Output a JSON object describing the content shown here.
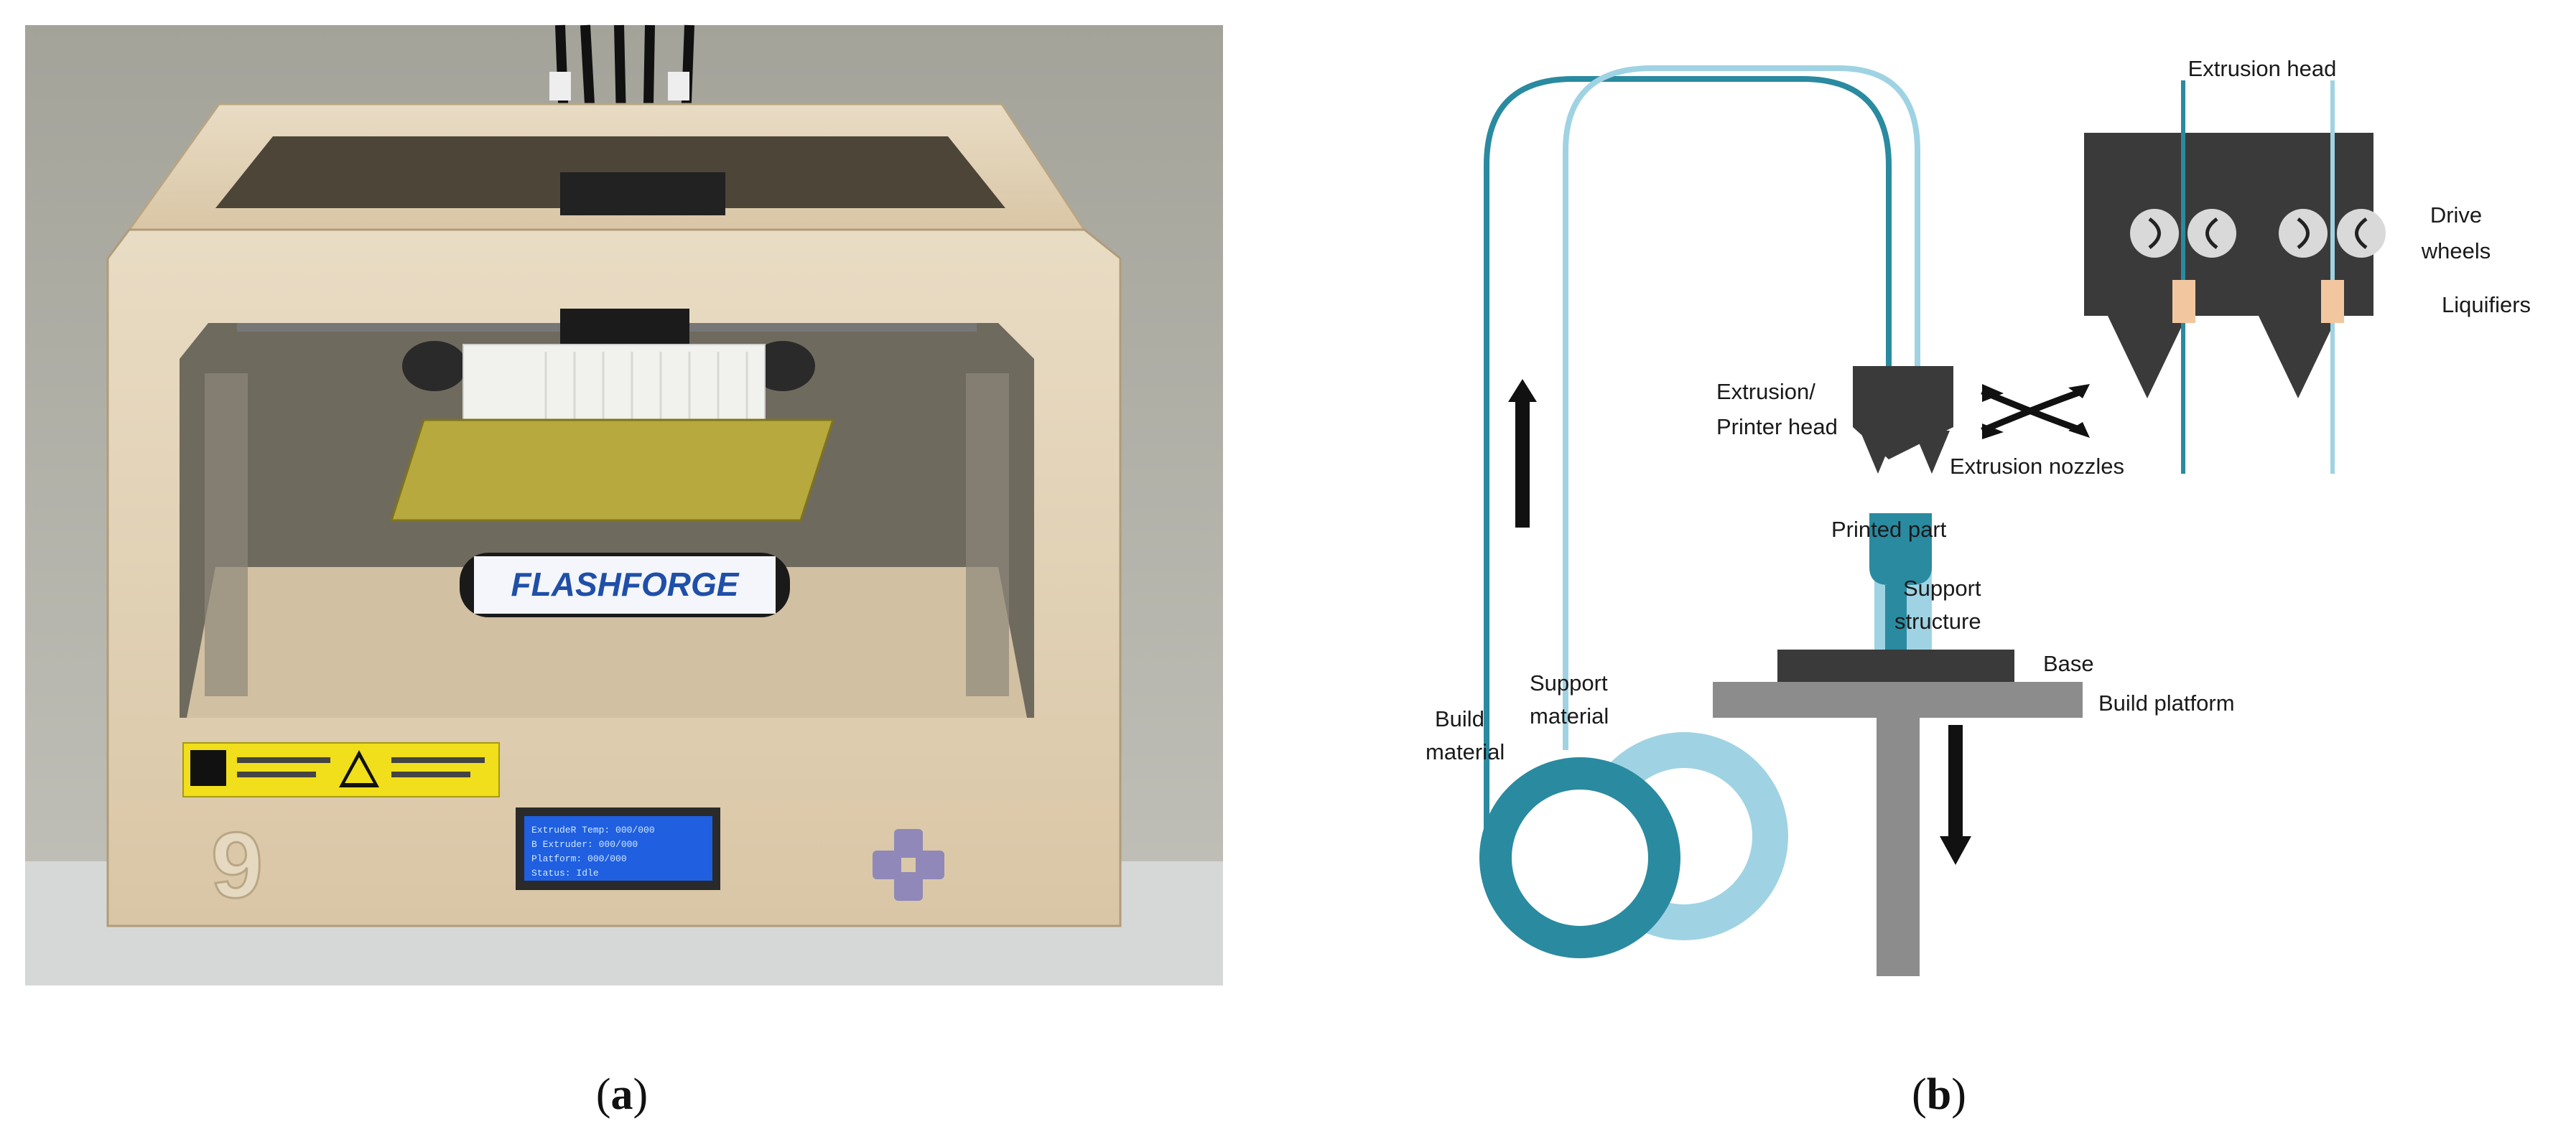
{
  "panel_a": {
    "caption": {
      "open": "(",
      "letter": "a",
      "close": ")"
    },
    "printer_brand": "FLASHFORGE"
  },
  "panel_b": {
    "caption": {
      "open": "(",
      "letter": "b",
      "close": ")"
    },
    "labels": {
      "extrusion_head": "Extrusion head",
      "drive": "Drive",
      "wheels": "wheels",
      "liquifiers": "Liquifiers",
      "extrusion_slash": "Extrusion/",
      "printer_head": "Printer head",
      "extrusion_nozzles": "Extrusion nozzles",
      "printed_part": "Printed part",
      "support": "Support",
      "structure": "structure",
      "base": "Base",
      "build_platform": "Build platform",
      "support_line1": "Support",
      "support_line2": "material",
      "build_line1": "Build",
      "build_line2": "material"
    }
  },
  "colors": {
    "build_material": "#2a8aa0",
    "support_material": "#9fd3e3",
    "head_dark": "#3a3a3a",
    "platform_gray": "#8c8c8c",
    "liquifier": "#f2c7a0"
  }
}
